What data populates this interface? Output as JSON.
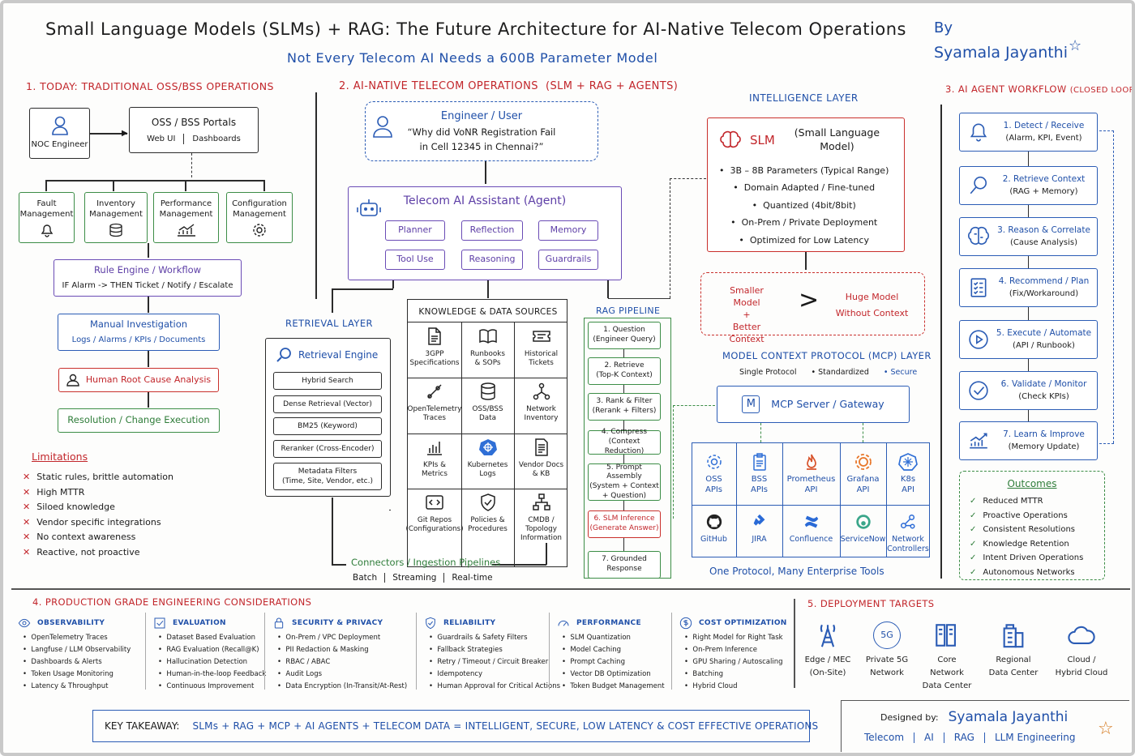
{
  "title": "Small Language Models (SLMs) + RAG: The Future Architecture for AI-Native Telecom Operations",
  "subtitle": "Not Every Telecom AI Needs a 600B Parameter Model",
  "byline": {
    "by": "By",
    "name": "Syamala Jayanthi"
  },
  "sec1": {
    "title": "1. TODAY: TRADITIONAL OSS/BSS OPERATIONS",
    "noc": "NOC Engineer",
    "portals": {
      "title": "OSS / BSS Portals",
      "a": "Web UI",
      "b": "Dashboards"
    },
    "mgmt": [
      {
        "line1": "Fault",
        "line2": "Management"
      },
      {
        "line1": "Inventory",
        "line2": "Management"
      },
      {
        "line1": "Performance",
        "line2": "Management"
      },
      {
        "line1": "Configuration",
        "line2": "Management"
      }
    ],
    "rule": {
      "title": "Rule Engine / Workflow",
      "sub": "IF Alarm -> THEN Ticket / Notify / Escalate"
    },
    "manual": {
      "title": "Manual Investigation",
      "sub": "Logs / Alarms / KPIs / Documents"
    },
    "human": "Human Root Cause Analysis",
    "resolution": "Resolution / Change Execution",
    "limitations_title": "Limitations",
    "limitations": [
      "Static rules, brittle automation",
      "High MTTR",
      "Siloed knowledge",
      "Vendor specific integrations",
      "No context awareness",
      "Reactive, not proactive"
    ]
  },
  "sec2": {
    "title": "2. AI-NATIVE TELECOM OPERATIONS",
    "title_sub": "(SLM + RAG + AGENTS)",
    "engineer": {
      "title": "Engineer / User",
      "q1": "“Why did VoNR Registration Fail",
      "q2": "in Cell 12345 in Chennai?”"
    },
    "agent": {
      "title": "Telecom AI Assistant (Agent)",
      "modules": [
        "Planner",
        "Reflection",
        "Memory",
        "Tool Use",
        "Reasoning",
        "Guardrails"
      ]
    },
    "retrieval": {
      "title": "RETRIEVAL LAYER",
      "engine": "Retrieval Engine",
      "items": [
        "Hybrid Search",
        "Dense Retrieval (Vector)",
        "BM25 (Keyword)",
        "Reranker (Cross-Encoder)"
      ],
      "meta1": "Metadata Filters",
      "meta2": "(Time, Site, Vendor, etc.)"
    },
    "knowledge": {
      "title": "KNOWLEDGE & DATA SOURCES",
      "cells": [
        {
          "icon": "document-icon",
          "l1": "3GPP",
          "l2": "Specifications"
        },
        {
          "icon": "book-icon",
          "l1": "Runbooks",
          "l2": "& SOPs"
        },
        {
          "icon": "ticket-icon",
          "l1": "Historical",
          "l2": "Tickets"
        },
        {
          "icon": "trace-icon",
          "l1": "OpenTelemetry",
          "l2": "Traces"
        },
        {
          "icon": "database-icon",
          "l1": "OSS/BSS",
          "l2": "Data"
        },
        {
          "icon": "network-icon",
          "l1": "Network",
          "l2": "Inventory"
        },
        {
          "icon": "bar-chart-icon",
          "l1": "KPIs &",
          "l2": "Metrics"
        },
        {
          "icon": "kubernetes-icon",
          "l1": "Kubernetes",
          "l2": "Logs"
        },
        {
          "icon": "docs-icon",
          "l1": "Vendor Docs",
          "l2": "& KB"
        },
        {
          "icon": "code-icon",
          "l1": "Git Repos",
          "l2": "(Configurations)"
        },
        {
          "icon": "shield-icon",
          "l1": "Policies &",
          "l2": "Procedures"
        },
        {
          "icon": "topology-icon",
          "l1": "CMDB / Topology",
          "l2": "Information"
        }
      ]
    },
    "connectors": {
      "title": "Connectors / Ingestion Pipelines",
      "a": "Batch",
      "b": "Streaming",
      "c": "Real-time"
    },
    "rag": {
      "title": "RAG PIPELINE",
      "steps": [
        {
          "l1": "1. Question",
          "l2": "(Engineer Query)"
        },
        {
          "l1": "2. Retrieve",
          "l2": "(Top-K Context)"
        },
        {
          "l1": "3. Rank & Filter",
          "l2": "(Rerank + Filters)"
        },
        {
          "l1": "4. Compress",
          "l2": "(Context Reduction)"
        },
        {
          "l1": "5. Prompt Assembly",
          "l2": "(System + Context",
          "l3": "+ Question)"
        },
        {
          "l1": "6. SLM Inference",
          "l2": "(Generate Answer)"
        },
        {
          "l1": "7. Grounded",
          "l2": "Response"
        }
      ]
    }
  },
  "intel": {
    "title": "INTELLIGENCE LAYER",
    "slm_title": "SLM",
    "slm_sub": "(Small Language Model)",
    "bullets": [
      "3B – 8B Parameters (Typical Range)",
      "Domain Adapted / Fine-tuned",
      "Quantized (4bit/8bit)",
      "On-Prem / Private Deployment",
      "Optimized for Low Latency"
    ],
    "cmp": {
      "l1": "Smaller Model",
      "plus": "+",
      "l2": "Better Context",
      "gt": ">",
      "r1": "Huge Model",
      "r2": "Without Context"
    }
  },
  "mcp": {
    "title": "MODEL CONTEXT PROTOCOL (MCP) LAYER",
    "tags": [
      "Single Protocol",
      "Standardized",
      "Secure"
    ],
    "server": "MCP Server / Gateway",
    "tools_top": [
      {
        "icon": "gear-icon",
        "l1": "OSS",
        "l2": "APIs"
      },
      {
        "icon": "clipboard-icon",
        "l1": "BSS",
        "l2": "APIs"
      },
      {
        "icon": "prometheus-icon",
        "l1": "Prometheus",
        "l2": "API"
      },
      {
        "icon": "grafana-icon",
        "l1": "Grafana",
        "l2": "API"
      },
      {
        "icon": "k8s-icon",
        "l1": "K8s",
        "l2": "API"
      }
    ],
    "tools_bottom": [
      {
        "icon": "github-icon",
        "l1": "GitHub"
      },
      {
        "icon": "jira-icon",
        "l1": "JIRA"
      },
      {
        "icon": "confluence-icon",
        "l1": "Confluence"
      },
      {
        "icon": "servicenow-icon",
        "l1": "ServiceNow"
      },
      {
        "icon": "controller-icon",
        "l1": "Network",
        "l2": "Controllers"
      }
    ],
    "footer": "One Protocol, Many Enterprise Tools"
  },
  "sec3": {
    "title": "3. AI AGENT WORKFLOW",
    "title_sub": "(CLOSED LOOP)",
    "steps": [
      {
        "icon": "bell-icon",
        "l1": "1. Detect / Receive",
        "l2": "(Alarm, KPI, Event)"
      },
      {
        "icon": "search-icon",
        "l1": "2. Retrieve Context",
        "l2": "(RAG + Memory)"
      },
      {
        "icon": "brain-icon",
        "l1": "3. Reason & Correlate",
        "l2": "(Cause Analysis)"
      },
      {
        "icon": "checklist-icon",
        "l1": "4. Recommend / Plan",
        "l2": "(Fix/Workaround)"
      },
      {
        "icon": "play-icon",
        "l1": "5. Execute / Automate",
        "l2": "(API / Runbook)"
      },
      {
        "icon": "check-circle-icon",
        "l1": "6. Validate / Monitor",
        "l2": "(Check KPIs)"
      },
      {
        "icon": "growth-icon",
        "l1": "7. Learn & Improve",
        "l2": "(Memory Update)"
      }
    ],
    "outcomes_title": "Outcomes",
    "outcomes": [
      "Reduced MTTR",
      "Proactive Operations",
      "Consistent Resolutions",
      "Knowledge Retention",
      "Intent Driven Operations",
      "Autonomous Networks"
    ]
  },
  "sec4": {
    "title": "4. PRODUCTION GRADE ENGINEERING CONSIDERATIONS",
    "cols": [
      {
        "icon": "eye-icon",
        "title": "OBSERVABILITY",
        "items": [
          "OpenTelemetry Traces",
          "Langfuse / LLM Observability",
          "Dashboards & Alerts",
          "Token Usage Monitoring",
          "Latency & Throughput"
        ]
      },
      {
        "icon": "checkbox-icon",
        "title": "EVALUATION",
        "items": [
          "Dataset Based Evaluation",
          "RAG Evaluation (Recall@K)",
          "Hallucination Detection",
          "Human-in-the-loop Feedback",
          "Continuous Improvement"
        ]
      },
      {
        "icon": "lock-icon",
        "title": "SECURITY & PRIVACY",
        "items": [
          "On-Prem / VPC Deployment",
          "PII Redaction & Masking",
          "RBAC / ABAC",
          "Audit Logs",
          "Data Encryption (In-Transit/At-Rest)"
        ]
      },
      {
        "icon": "shield-check-icon",
        "title": "RELIABILITY",
        "items": [
          "Guardrails & Safety Filters",
          "Fallback Strategies",
          "Retry / Timeout / Circuit Breaker",
          "Idempotency",
          "Human Approval for Critical Actions"
        ]
      },
      {
        "icon": "gauge-icon",
        "title": "PERFORMANCE",
        "items": [
          "SLM Quantization",
          "Model Caching",
          "Prompt Caching",
          "Vector DB Optimization",
          "Token Budget Management"
        ]
      },
      {
        "icon": "dollar-icon",
        "title": "COST OPTIMIZATION",
        "items": [
          "Right Model for Right Task",
          "On-Prem Inference",
          "GPU Sharing / Autoscaling",
          "Batching",
          "Hybrid Cloud"
        ]
      }
    ]
  },
  "sec5": {
    "title": "5. DEPLOYMENT TARGETS",
    "targets": [
      {
        "icon": "tower-icon",
        "l1": "Edge / MEC",
        "l2": "(On-Site)"
      },
      {
        "icon": "5g-icon",
        "badge": "5G",
        "l1": "Private 5G",
        "l2": "Network"
      },
      {
        "icon": "server-icon",
        "l1": "Core Network",
        "l2": "Data Center"
      },
      {
        "icon": "building-icon",
        "l1": "Regional",
        "l2": "Data Center"
      },
      {
        "icon": "cloud-icon",
        "l1": "Cloud /",
        "l2": "Hybrid Cloud"
      }
    ]
  },
  "takeaway": {
    "label": "KEY TAKEAWAY:",
    "text": "SLMs + RAG + MCP + AI AGENTS + TELECOM DATA = INTELLIGENT, SECURE, LOW LATENCY & COST EFFECTIVE OPERATIONS"
  },
  "credit": {
    "designed": "Designed by:",
    "name": "Syamala Jayanthi",
    "tags": [
      "Telecom",
      "AI",
      "RAG",
      "LLM Engineering"
    ]
  }
}
